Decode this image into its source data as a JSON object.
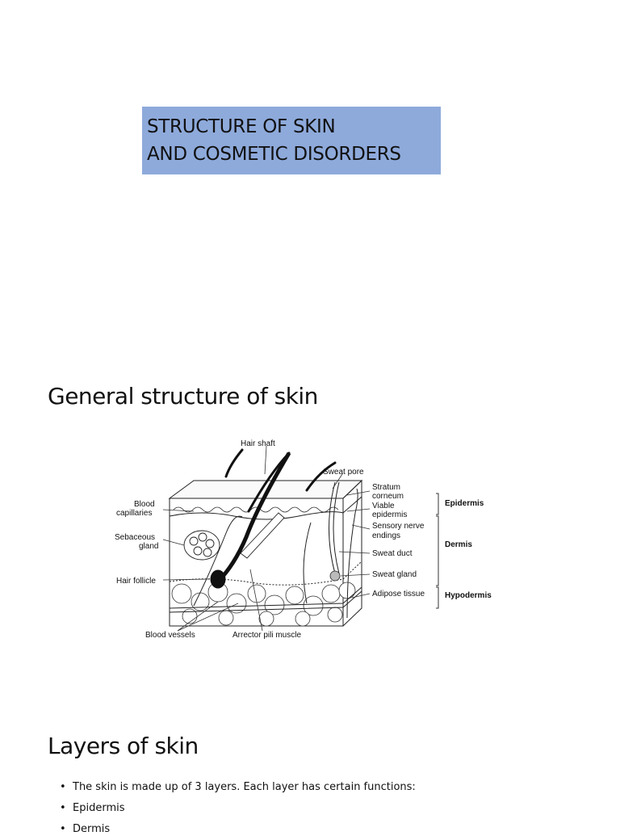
{
  "title": {
    "line1": "STRUCTURE OF SKIN",
    "line2": "AND COSMETIC DISORDERS"
  },
  "section_general": {
    "heading": "General structure of skin"
  },
  "diagram": {
    "labels": {
      "hair_shaft": "Hair shaft",
      "sweat_pore": "Sweat pore",
      "stratum_1": "Stratum",
      "stratum_2": "corneum",
      "viable_1": "Viable",
      "viable_2": "epidermis",
      "sensory_1": "Sensory nerve",
      "sensory_2": "endings",
      "sweat_duct": "Sweat duct",
      "sweat_gland": "Sweat gland",
      "adipose": "Adipose tissue",
      "blood_cap_1": "Blood",
      "blood_cap_2": "capillaries",
      "sebaceous_1": "Sebaceous",
      "sebaceous_2": "gland",
      "hair_follicle": "Hair follicle",
      "blood_vessels": "Blood vessels",
      "arrector": "Arrector pili muscle",
      "epidermis": "Epidermis",
      "dermis": "Dermis",
      "hypodermis": "Hypodermis"
    }
  },
  "section_layers": {
    "heading": "Layers of skin",
    "bullet_char": "•",
    "bullets": [
      "The skin is made up of 3 layers. Each layer has certain functions:",
      "Epidermis",
      "Dermis"
    ]
  }
}
